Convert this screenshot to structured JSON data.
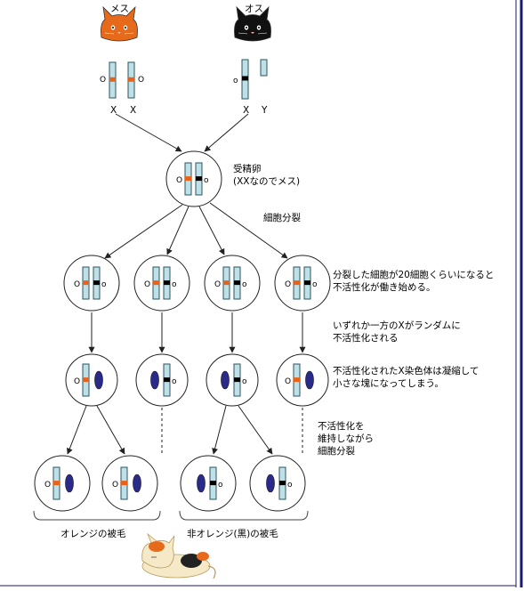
{
  "colors": {
    "orange": "#e8631a",
    "black": "#000000",
    "chromosome_fill": "#bfe0e6",
    "chromosome_stroke": "#2a5560",
    "inactive_x": "#2a2a8a",
    "frame_right": "#1a1a6e",
    "cell_stroke": "#222222",
    "cat_orange": "#e66a1a",
    "cat_black": "#111111"
  },
  "labels": {
    "female": "メス",
    "male": "オス",
    "female_x1": "X",
    "female_x2": "X",
    "male_x": "X",
    "male_y": "Y",
    "zygote": "受精卵",
    "zygote_note": "(XXなのでメス)",
    "cell_division": "細胞分裂",
    "note_divide": "分裂した細胞が20細胞くらいになると\n不活性化が働き始める。",
    "note_random": "いずれか一方のXがランダムに\n不活性化される",
    "note_condensed": "不活性化されたX染色体は凝縮して\n小さな塊になってしまう。",
    "note_maintain": "不活性化を\n維持しながら\n細胞分裂",
    "orange_coat": "オレンジの被毛",
    "nonorange_coat": "非オレンジ(黒)の被毛",
    "gene_o": "O",
    "gene_small_o": "o"
  }
}
